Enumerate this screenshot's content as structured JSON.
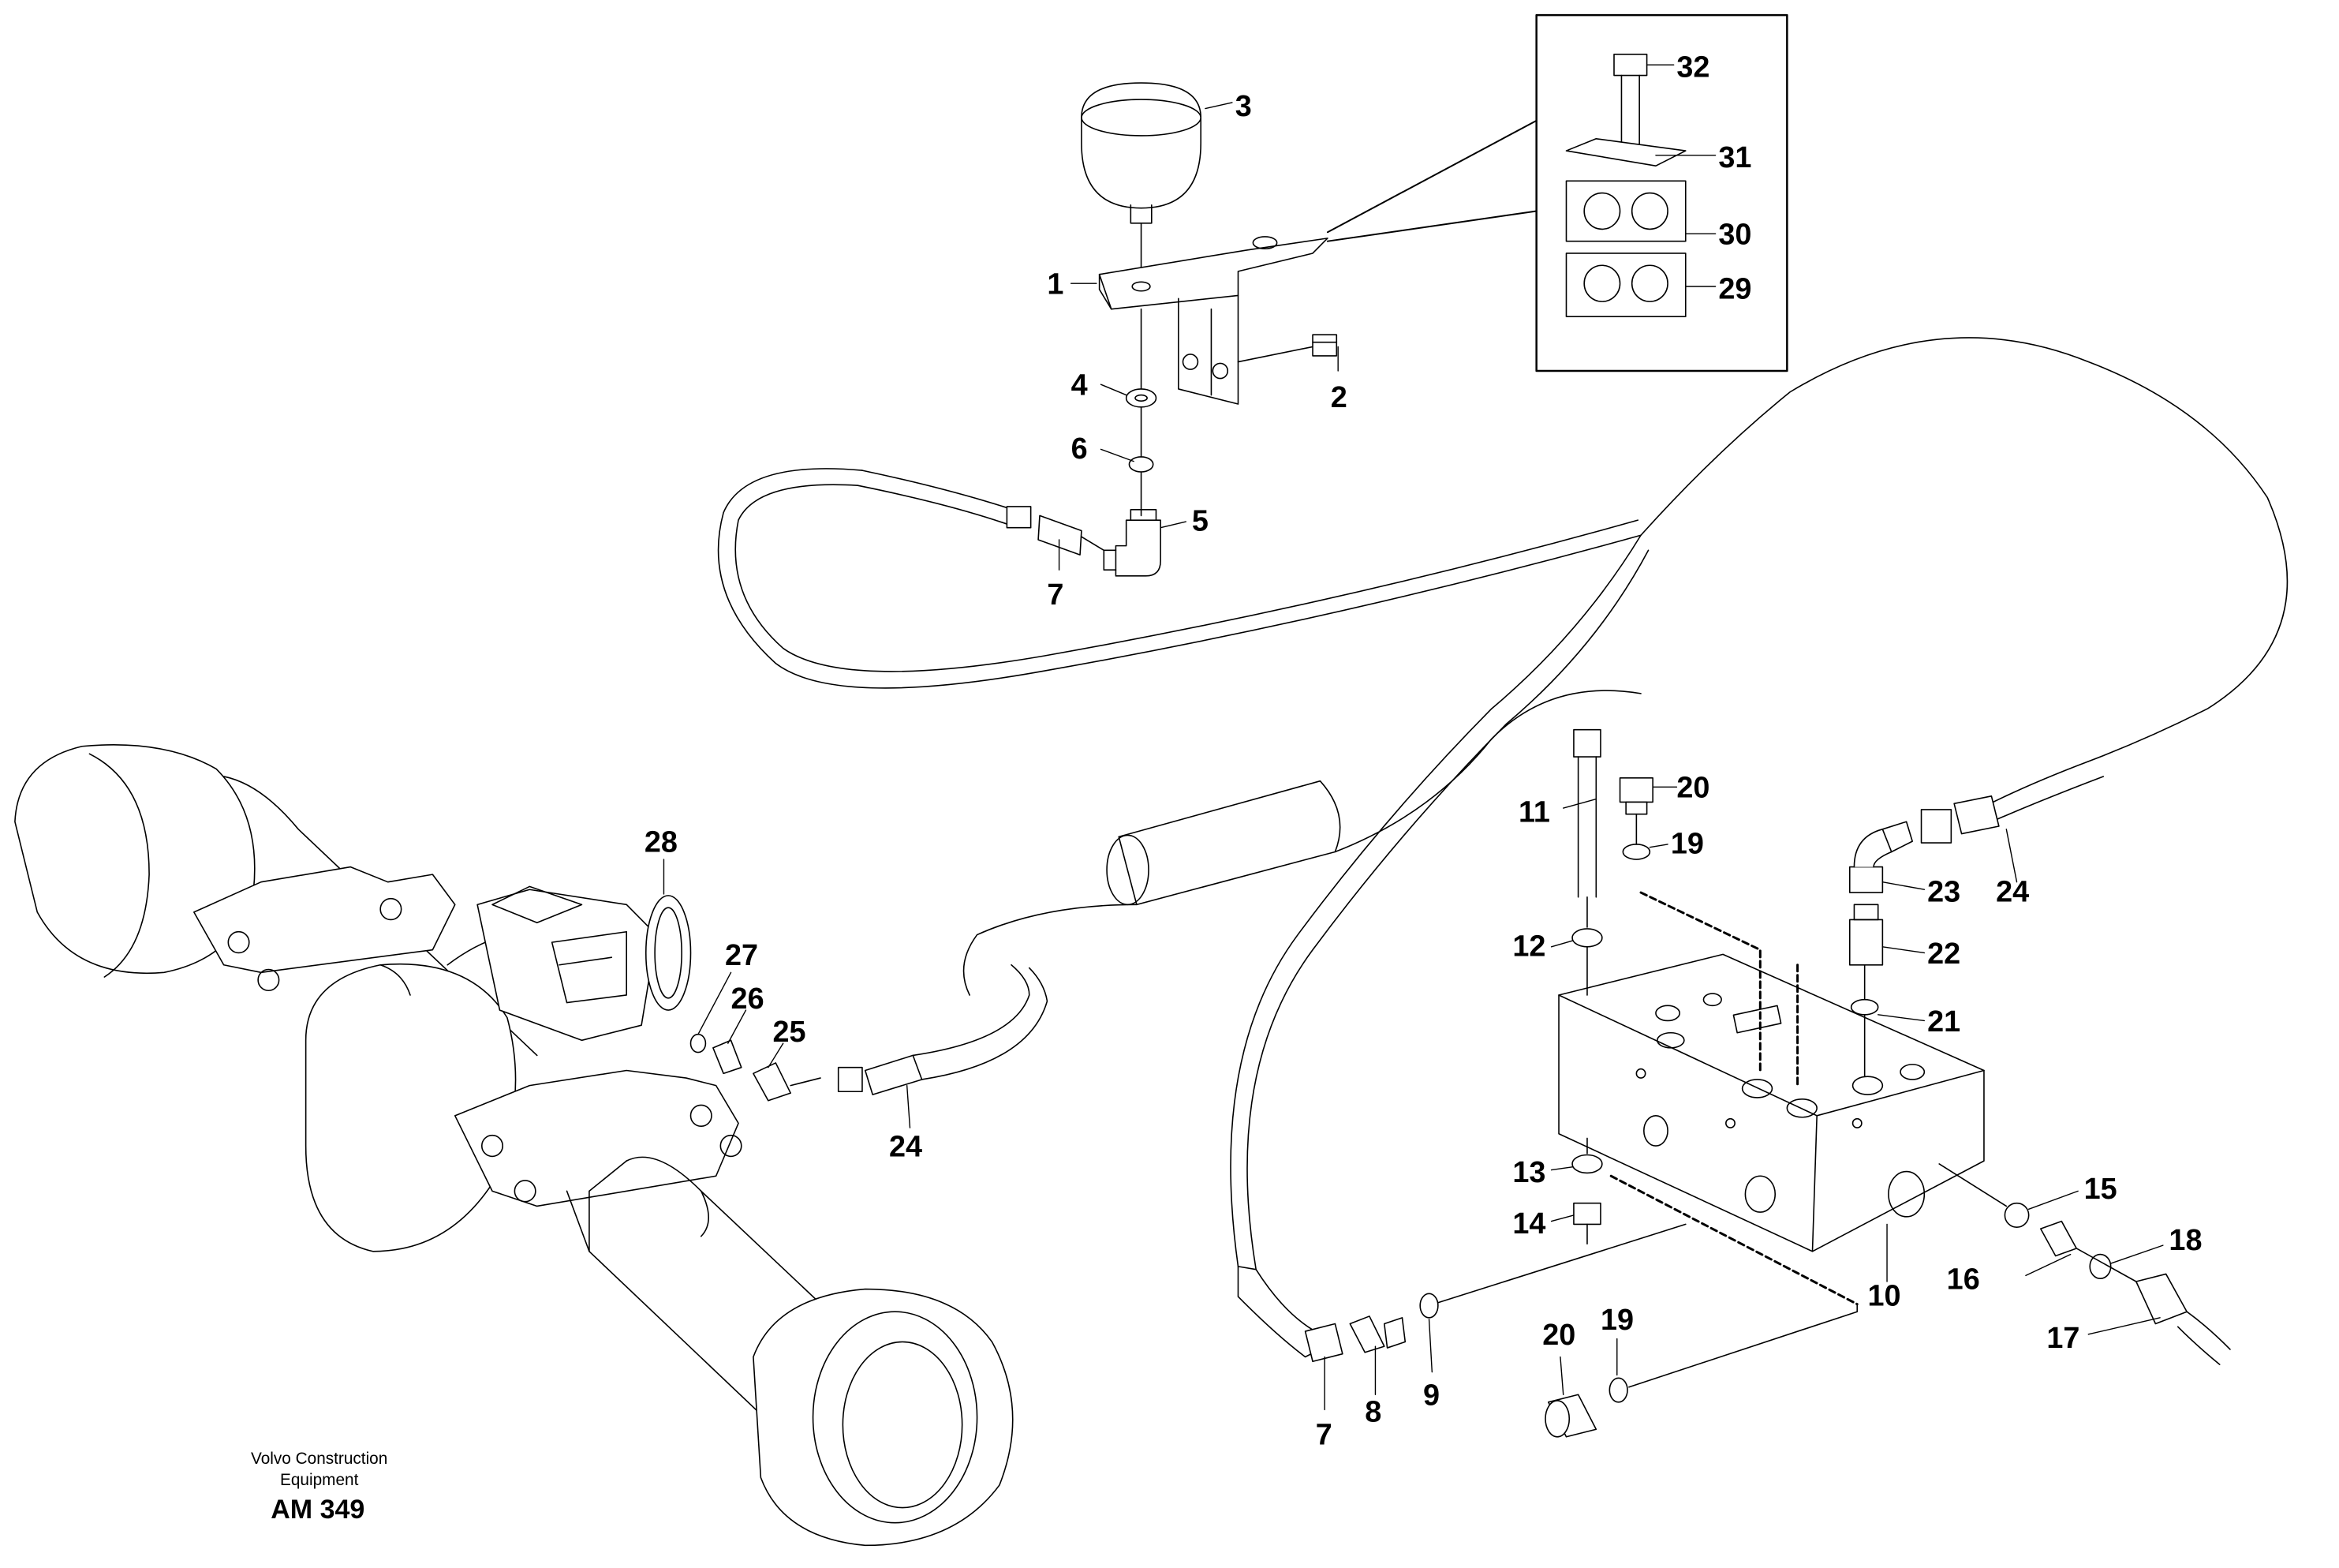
{
  "labels": {
    "p1": "1",
    "p2": "2",
    "p3": "3",
    "p4": "4",
    "p5": "5",
    "p6": "6",
    "p7a": "7",
    "p7b": "7",
    "p8": "8",
    "p9": "9",
    "p10": "10",
    "p11": "11",
    "p12": "12",
    "p13": "13",
    "p14": "14",
    "p15": "15",
    "p16": "16",
    "p17": "17",
    "p18": "18",
    "p19a": "19",
    "p19b": "19",
    "p20a": "20",
    "p20b": "20",
    "p21": "21",
    "p22": "22",
    "p23": "23",
    "p24a": "24",
    "p24b": "24",
    "p25": "25",
    "p26": "26",
    "p27": "27",
    "p28": "28",
    "p29": "29",
    "p30": "30",
    "p31": "31",
    "p32": "32"
  },
  "footer": {
    "brand_line1": "Volvo Construction",
    "brand_line2": "Equipment",
    "code": "AM 349"
  }
}
